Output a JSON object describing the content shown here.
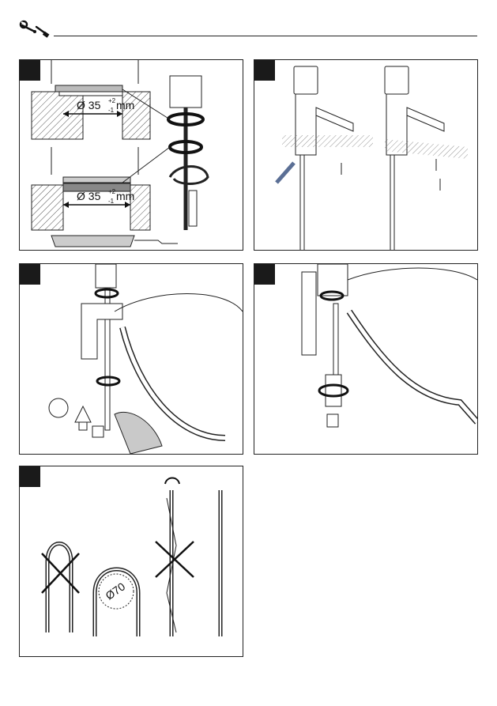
{
  "header": {
    "icon": "wrench-screwdriver-icon"
  },
  "panel1": {
    "top_dimension": {
      "prefix": "Ø 35",
      "tol_plus": "+2",
      "tol_minus": "-1",
      "unit": "mm"
    },
    "bottom_dimension": {
      "prefix": "Ø 35",
      "tol_plus": "+2",
      "tol_minus": "-1",
      "unit": "mm"
    }
  },
  "panel5": {
    "bend_label": "Ø70"
  },
  "colors": {
    "ink": "#1a1a1a",
    "hatch": "#555555",
    "glove": "#c9c9c9",
    "tool_blue": "#5b6f95"
  }
}
